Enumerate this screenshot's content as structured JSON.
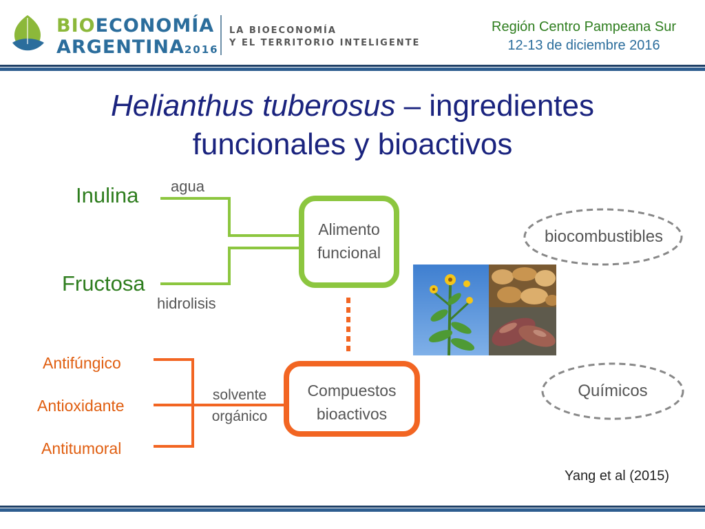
{
  "header": {
    "brand_part1": "BIO",
    "brand_part2": "ECONOMÍA",
    "brand_line2": "ARGENTINA",
    "brand_year": "2016",
    "tagline_line1": "LA BIOECONOMÍA",
    "tagline_line2": "Y EL TERRITORIO INTELIGENTE",
    "region": "Región Centro Pampeana Sur",
    "dates": "12-13 de diciembre 2016"
  },
  "title": {
    "italic": "Helianthus tuberosus",
    "rest": " – ingredientes",
    "line2": "funcionales y bioactivos"
  },
  "diagram": {
    "inulina": "Inulina",
    "agua": "agua",
    "fructosa": "Fructosa",
    "hidrolisis": "hidrolisis",
    "alimento_l1": "Alimento",
    "alimento_l2": "funcional",
    "antifungico": "Antifúngico",
    "antioxidante": "Antioxidante",
    "antitumoral": "Antitumoral",
    "solvente_l1": "solvente",
    "solvente_l2": "orgánico",
    "compuestos_l1": "Compuestos",
    "compuestos_l2": "bioactivos",
    "biocombustibles": "biocombustibles",
    "quimicos": "Químicos"
  },
  "citation": "Yang et al (2015)",
  "colors": {
    "green": "#8cc63f",
    "orange": "#f26522",
    "dark_blue": "#1a237e"
  }
}
